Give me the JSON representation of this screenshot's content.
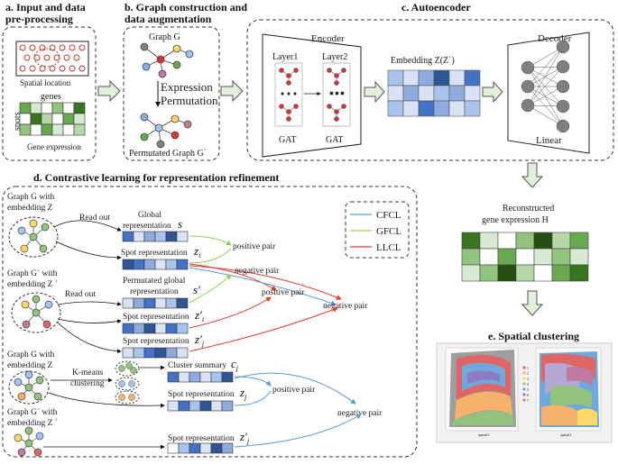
{
  "panels": {
    "a": {
      "title_line1": "a. Input and data",
      "title_line2": "pre-processing",
      "spatial_label": "Spatial location",
      "genes_label": "genes",
      "spots_label": "spots",
      "expr_label": "Gene expression"
    },
    "b": {
      "title_line1": "b. Graph construction and",
      "title_line2": "data augmentation",
      "graph_label": "Graph G",
      "expression_label": "Expression",
      "permutation_label": "Permutation",
      "perm_graph_label": "Permutated Graph G´"
    },
    "c": {
      "title": "c. Autoencoder",
      "encoder_label": "Encoder",
      "layer1_label": "Layer1",
      "layer2_label": "Layer2",
      "gat1_label": "GAT",
      "gat2_label": "GAT",
      "embedding_label": "Embedding Z(Z´)",
      "decoder_label": "Decoder",
      "linear_label": "Linear"
    },
    "d": {
      "title": "d. Contrastive learning for representation refinement",
      "graph1_label_l1": "Graph G with",
      "graph1_label_l2": "embedding Z",
      "readout1": "Read out",
      "global_rep_l1": "Global",
      "global_rep_l2": "representation",
      "global_sym": "s",
      "spot_rep_zi": "Spot representation",
      "zi_sym": "z",
      "positive_pair_1": "positive pair",
      "graph2_label_l1": "Graph G´ with",
      "graph2_label_l2": "embedding Z ´",
      "readout2": "Read out",
      "perm_global_l1": "Permutated global",
      "perm_global_l2": "representation",
      "perm_global_sym": "s′",
      "negative_pair_1": "negative pair",
      "positive_pair_2": "positive pair",
      "spot_rep_zpi": "Spot representation",
      "negative_pair_2": "negative pair",
      "spot_rep_zpj": "Spot representation",
      "graph3_label_l1": "Graph G with",
      "graph3_label_l2": "embedding Z",
      "kmeans_l1": "K-means",
      "kmeans_l2": "clustering",
      "cluster_summary": "Cluster summary",
      "cj_sym": "c",
      "positive_pair_3": "positive pair",
      "spot_rep_zj": "Spot representation",
      "negative_pair_3": "negative pair",
      "graph4_label_l1": "Graph G´ with",
      "graph4_label_l2": "embedding Z ´",
      "spot_rep_zpj2": "Spot representation",
      "legend": [
        {
          "label": "CFCL",
          "color": "#5b9bd5"
        },
        {
          "label": "GFCL",
          "color": "#92d050"
        },
        {
          "label": "LLCL",
          "color": "#e8392c"
        }
      ]
    },
    "recon": {
      "title_l1": "Reconstructed",
      "title_l2": "gene expression H"
    },
    "e": {
      "title": "e. Spatial clustering",
      "legend_nums": [
        "1",
        "2",
        "3",
        "4",
        "5",
        "6",
        "7"
      ]
    }
  }
}
